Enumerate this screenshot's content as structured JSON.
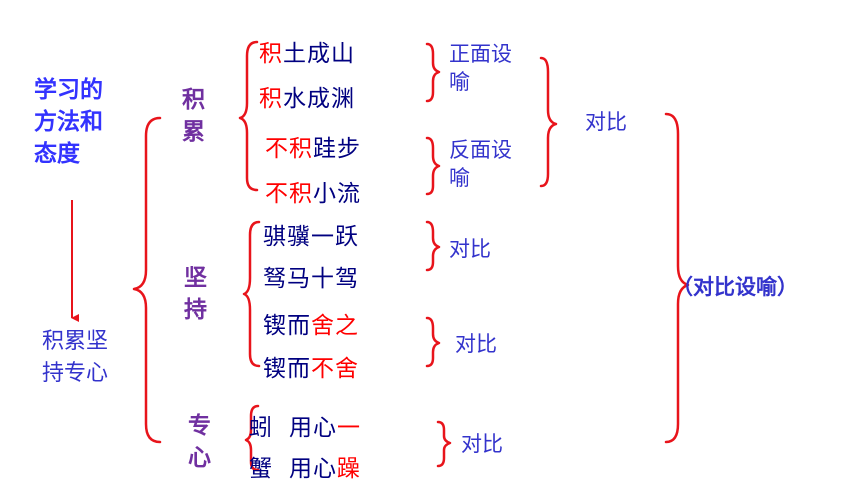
{
  "title": {
    "line1": "学习的",
    "line2": "方法和",
    "line3": "态度"
  },
  "summary": {
    "line1": "积累坚",
    "line2": "持专心"
  },
  "groups": {
    "accumulate": {
      "c1": "积",
      "c2": "累"
    },
    "persist": {
      "c1": "坚",
      "c2": "持"
    },
    "focus": {
      "c1": "专",
      "c2": "心"
    }
  },
  "phrases": {
    "p1": {
      "a": "积",
      "b": "土成山"
    },
    "p2": {
      "a": "积",
      "b": "水成渊"
    },
    "p3": {
      "a": "不积",
      "b": "跬步"
    },
    "p4": {
      "a": "不积",
      "b": "小流"
    },
    "p5": {
      "a": "骐骥一跃"
    },
    "p6": {
      "a": "驽马十驾"
    },
    "p7": {
      "a": "锲而",
      "b": "舍之"
    },
    "p8": {
      "a": "锲而",
      "b": "不舍"
    },
    "p9": {
      "a": "蚓",
      "b": "用心",
      "c": "一"
    },
    "p10": {
      "a": "蟹",
      "b": "用心",
      "c": "躁"
    }
  },
  "notes": {
    "positive": {
      "l1": "正面设",
      "l2": "喻"
    },
    "negative": {
      "l1": "反面设",
      "l2": "喻"
    },
    "contrast1": "对比",
    "contrast2": "对比",
    "contrast3": "对比",
    "contrast4": "对比",
    "overall": "（对比设喻）"
  },
  "colors": {
    "bracket": "#e8141b",
    "phrase": "#000080",
    "highlight": "#ff0000",
    "note": "#3333cc",
    "group": "#7030a0",
    "title": "#3333ff"
  }
}
